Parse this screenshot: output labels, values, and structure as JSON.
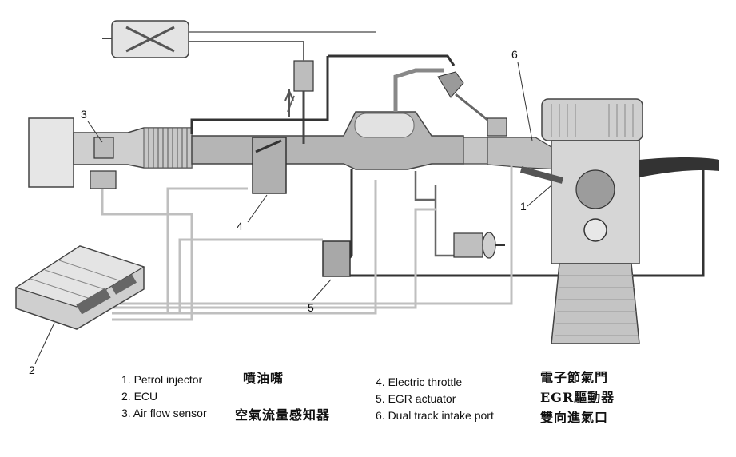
{
  "callouts": [
    "1",
    "2",
    "3",
    "4",
    "5",
    "6"
  ],
  "legend": {
    "left": [
      "1. Petrol injector",
      "2. ECU",
      "3. Air flow sensor"
    ],
    "right": [
      "4. Electric throttle",
      "5. EGR actuator",
      "6. Dual track intake port"
    ]
  },
  "chinese": {
    "injector": "噴油嘴",
    "airflow": "空氣流量感知器",
    "throttle": "電子節氣門",
    "egr": "EGR驅動器",
    "dual_port": "雙向進氣口"
  },
  "colors": {
    "dark": "#333333",
    "mid": "#8c8c8c",
    "light": "#bfbfbf",
    "fill": "#d9d9d9"
  }
}
